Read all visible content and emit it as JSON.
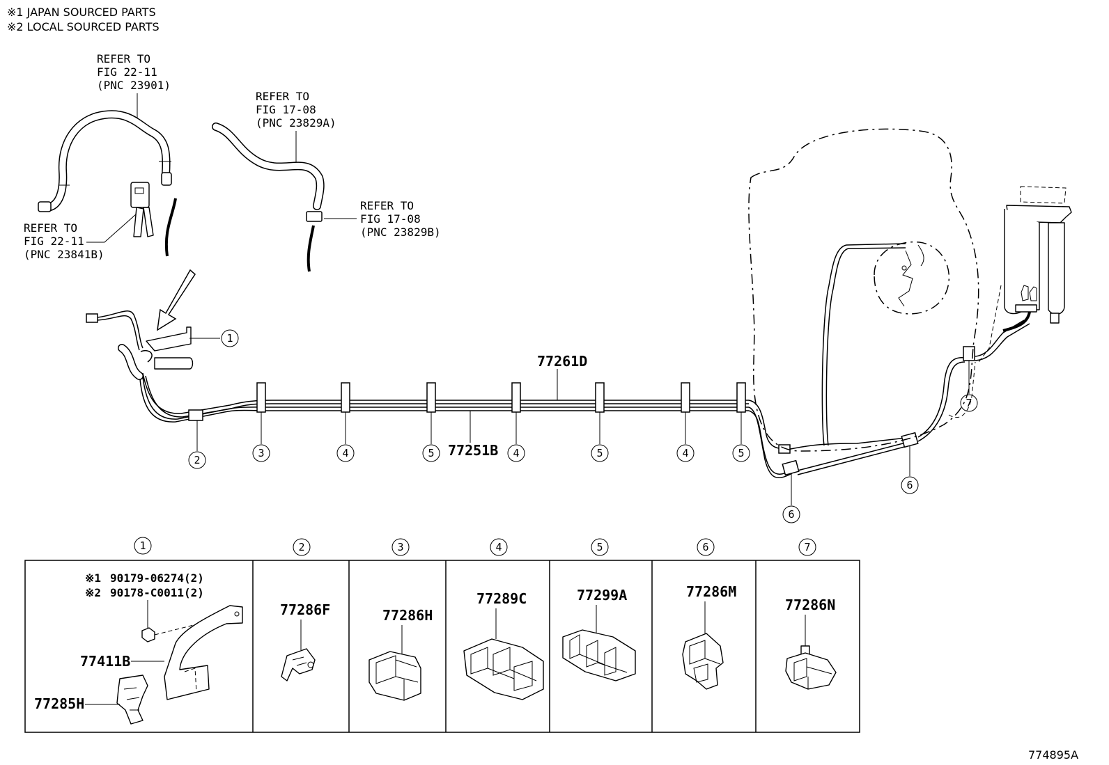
{
  "notes": {
    "n1": "※1 JAPAN SOURCED PARTS",
    "n2": "※2 LOCAL SOURCED PARTS"
  },
  "refs": {
    "r1": [
      "REFER TO",
      "FIG 22-11",
      "(PNC 23901)"
    ],
    "r2": [
      "REFER TO",
      "FIG 17-08",
      "(PNC 23829A)"
    ],
    "r3": [
      "REFER TO",
      "FIG 22-11",
      "(PNC 23841B)"
    ],
    "r4": [
      "REFER TO",
      "FIG 17-08",
      "(PNC 23829B)"
    ]
  },
  "main_parts": {
    "tube_upper": "77261D",
    "tube_lower": "77251B"
  },
  "callouts": {
    "c1": "1",
    "c2": "2",
    "c3": "3",
    "c4": "4",
    "c5": "5",
    "c6": "6",
    "c7": "7"
  },
  "table": {
    "headers": [
      "1",
      "2",
      "3",
      "4",
      "5",
      "6",
      "7"
    ],
    "cell1": {
      "bolt1_mark": "※1",
      "bolt1": "90179-06274(2)",
      "bolt2_mark": "※2",
      "bolt2": "90178-C0011(2)",
      "bracket": "77411B",
      "clamp": "77285H"
    },
    "parts": [
      "77286F",
      "77286H",
      "77289C",
      "77299A",
      "77286M",
      "77286N"
    ]
  },
  "figure_id": "774895A"
}
